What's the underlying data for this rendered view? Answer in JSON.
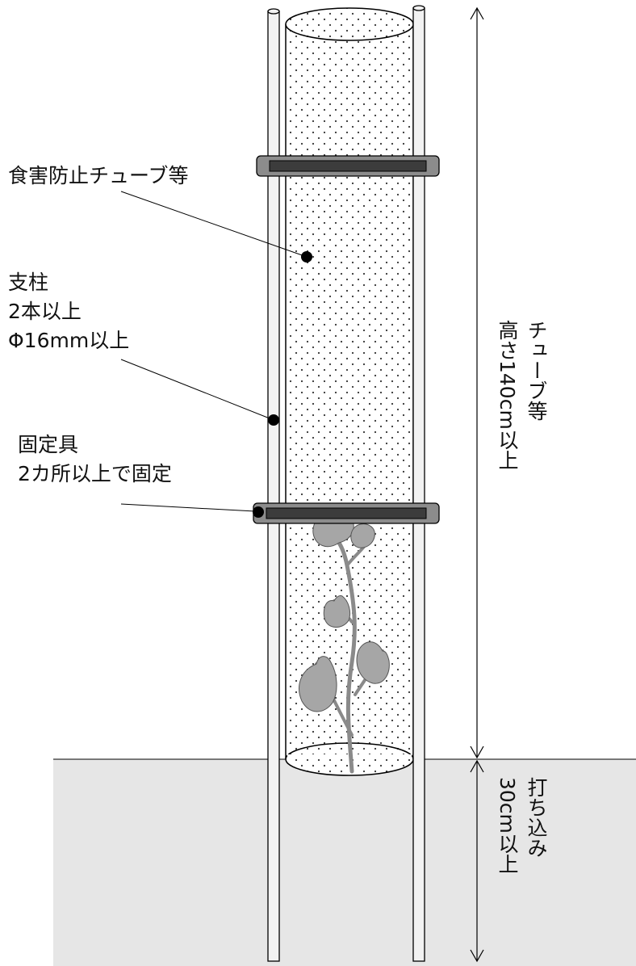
{
  "labels": {
    "tube": "食害防止チューブ等",
    "post": [
      "支柱",
      "2本以上",
      "Φ16mm以上"
    ],
    "fixture": [
      "固定具",
      "2カ所以上で固定"
    ],
    "tube_height": [
      "チューブ等",
      "高さ140cm以上"
    ],
    "drive_depth": [
      "打ち込み",
      "30cm以上"
    ]
  },
  "colors": {
    "ground": "#e6e6e6",
    "tube_fill": "#ffffff",
    "tube_dots": "#333333",
    "post_fill": "#f2f2f2",
    "band_outer": "#8c8c8c",
    "band_inner": "#3c3c3c",
    "leaf": "#a6a6a6",
    "stroke": "#000000"
  }
}
